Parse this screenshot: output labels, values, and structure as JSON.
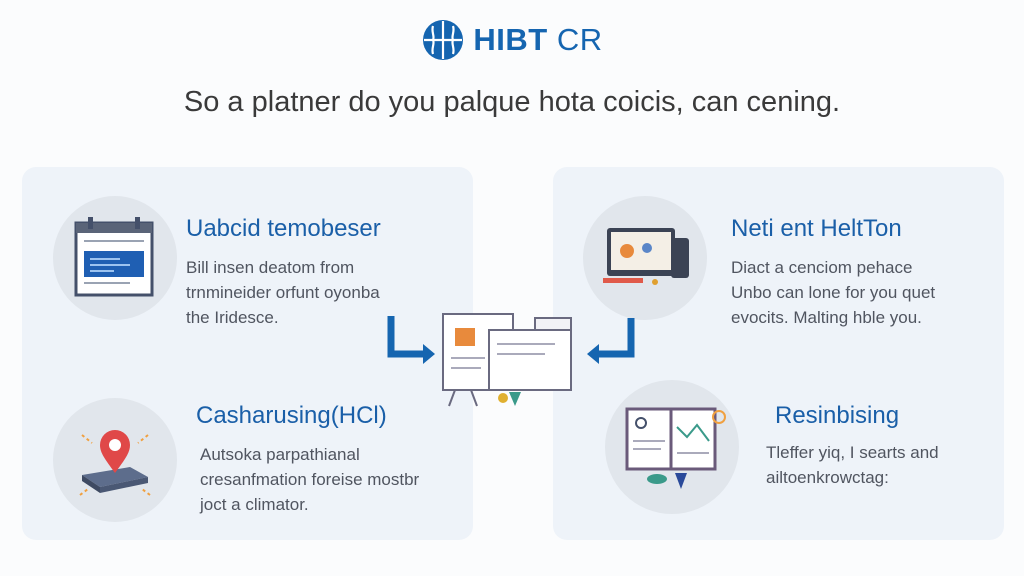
{
  "header": {
    "logo_bold": "HIBT",
    "logo_light": "CR",
    "subtitle": "So a platner do you palque hota coicis, can cening."
  },
  "cards": [
    {
      "icon": "calendar-document-icon",
      "title": "Uabcid temobeser",
      "lines": [
        "Bill insen deatom from",
        "trnmineider orfunt oyonba",
        "the Iridesce."
      ]
    },
    {
      "icon": "devices-icon",
      "title": "Neti ent HeltTon",
      "lines": [
        "Diact a cenciom pehace",
        "Unbo can lone for you quet",
        "evocits. Malting hble you."
      ]
    },
    {
      "icon": "location-pin-icon",
      "title": "Casharusing(HCl)",
      "lines": [
        "Autsoka parpathianal",
        "cresanfmation foreise mostbr",
        "joct a climator."
      ]
    },
    {
      "icon": "book-chart-icon",
      "title": "Resinbising",
      "lines": [
        "Tleffer yiq, I searts and",
        "ailtoenkrowctag:"
      ]
    }
  ],
  "colors": {
    "accent": "#1565b0",
    "panel": "#eef3f9"
  }
}
